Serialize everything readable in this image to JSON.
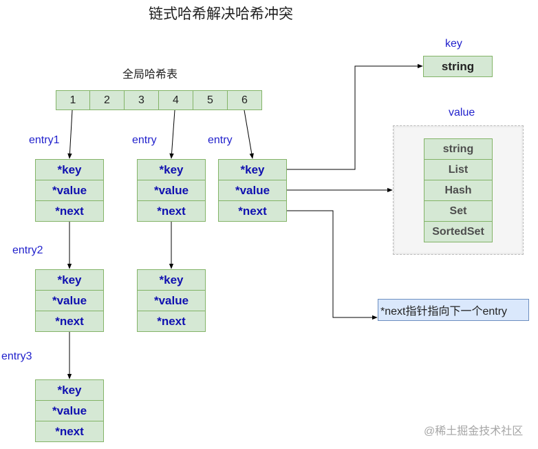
{
  "title": "链式哈希解决哈希冲突",
  "hash_table": {
    "label": "全局哈希表",
    "slots": [
      "1",
      "2",
      "3",
      "4",
      "5",
      "6"
    ]
  },
  "entries": {
    "field_labels": [
      "*key",
      "*value",
      "*next"
    ],
    "chain1": [
      "entry1",
      "entry2",
      "entry3"
    ],
    "chain4_label": "entry",
    "chain6_label": "entry"
  },
  "key_panel": {
    "label": "key",
    "type": "string"
  },
  "value_panel": {
    "label": "value",
    "types": [
      "string",
      "List",
      "Hash",
      "Set",
      "SortedSet"
    ]
  },
  "note": "*next指针指向下一个entry",
  "watermark": "@稀土掘金技术社区",
  "colors": {
    "cell_fill": "#d5e8d4",
    "cell_border": "#82b366",
    "entry_text": "#0f0fb0",
    "note_fill": "#dae8fc",
    "note_border": "#6c8ebf"
  }
}
